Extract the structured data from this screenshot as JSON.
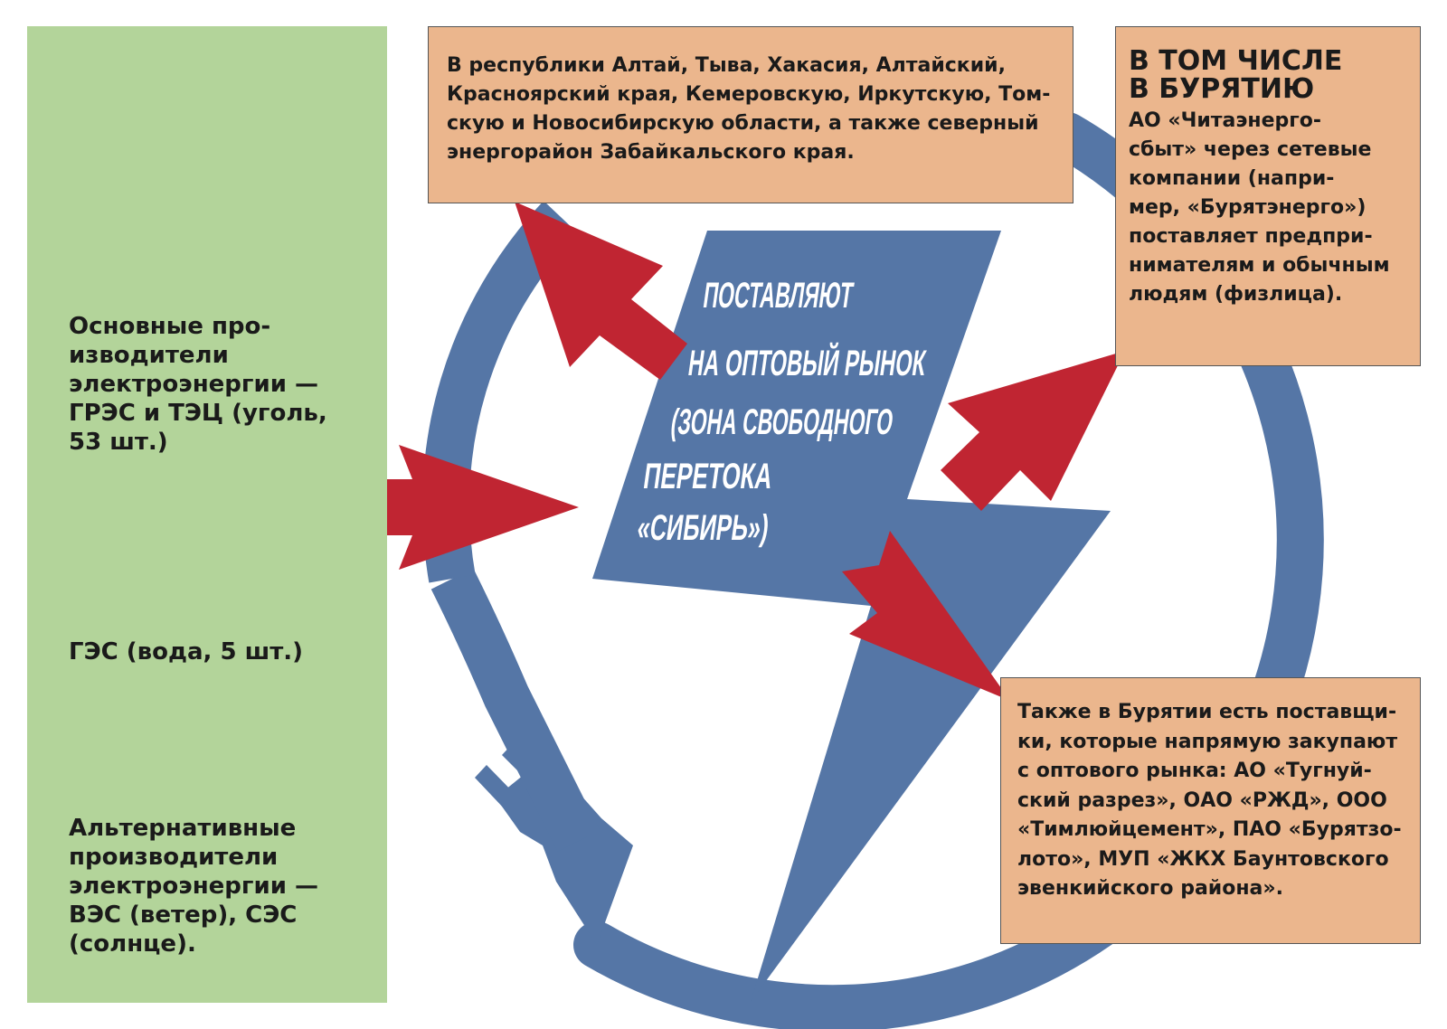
{
  "producers": {
    "main_text": "Основные про-\nизводители\nэлектроэнергии —\nГРЭС и ТЭЦ (уголь,\n53 шт.)",
    "hydro_text": "ГЭС (вода, 5 шт.)",
    "alt_text": "Альтернативные\nпроизводители\nэлектроэнергии —\nВЭС (ветер), СЭС\n(солнце)."
  },
  "center": {
    "lines": [
      "ПОСТАВЛЯЮТ",
      "НА ОПТОВЫЙ РЫНОК",
      "(ЗОНА СВОБОДНОГО",
      "ПЕРЕТОКА",
      "«СИБИРЬ»)"
    ]
  },
  "regions_box": {
    "text": "В республики Алтай, Тыва, Хакасия, Алтайский,\nКрасноярский края, Кемеровскую, Иркутскую, Том-\nскую и Новосибирскую области, а также северный\nэнергорайон Забайкальского края."
  },
  "buryatia_box": {
    "title": "В ТОМ ЧИСЛЕ\nВ БУРЯТИЮ",
    "text": "АО «Читаэнерго-\nсбыт» через сетевые\nкомпании (напри-\nмер, «Бурятэнерго»)\nпоставляет предпри-\nнимателям и обычным\nлюдям (физлица)."
  },
  "direct_box": {
    "text": "Также в Бурятии есть поставщи-\nки, которые напрямую закупают\nс оптового рынка: АО «Тугнуй-\nский разрез», ОАО «РЖД», ООО\n«Тимлюйцемент», ПАО «Бурятзо-\nлото», МУП «ЖКХ Баунтовского\nэвенкийского района»."
  },
  "icons": [
    "power-plant-icon",
    "hydro-turbine-icon",
    "solar-panel-icon",
    "sun-icon",
    "wind-turbine-icon",
    "plug-icon",
    "lightning-bolt-icon"
  ],
  "colors": {
    "sidebar": "#b3d49a",
    "box": "#ebb68d",
    "blue": "#5576a6",
    "red": "#c02532",
    "icon_dark": "#1a1a1a",
    "smoke_gray": "#808080"
  }
}
